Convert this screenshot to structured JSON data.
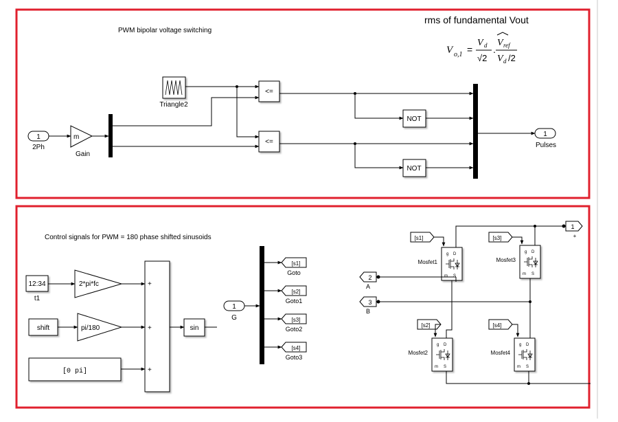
{
  "top": {
    "title": "PWM bipolar voltage switching",
    "formula_title": "rms of fundamental Vout",
    "formula": {
      "lhs": "V",
      "lhs_sub": "o,1",
      "eq": "=",
      "n1": "V",
      "n1_sub": "d",
      "d1": "√2",
      "dot": ".",
      "n2": "V",
      "n2_sub": "ref",
      "d2": "V",
      "d2_sub": "d",
      "d2_tail": "/2"
    },
    "blocks": {
      "in1_num": "1",
      "in1_label": "2Ph",
      "gain_text": "m",
      "gain_label": "Gain",
      "triangle_label": "Triangle2",
      "rel1": "<=",
      "rel2": "<=",
      "not1": "NOT",
      "not2": "NOT",
      "out1_num": "1",
      "out1_label": "Pulses"
    }
  },
  "bottom": {
    "title": "Control signals for PWM = 180 phase shifted sinusoids",
    "blocks": {
      "clock_text": "12:34",
      "clock_label": "t1",
      "gain1_text": "2*pi*fc",
      "shift_text": "shift",
      "gain2_text": "pi/180",
      "const_text": "[0  pi]",
      "sum_signs": [
        "+",
        "+",
        "+"
      ],
      "sin_text": "sin",
      "g_num": "1",
      "g_label": "G",
      "gotos": [
        {
          "tag": "[s1]",
          "label": "Goto"
        },
        {
          "tag": "[s2]",
          "label": "Goto1"
        },
        {
          "tag": "[s3]",
          "label": "Goto2"
        },
        {
          "tag": "[s4]",
          "label": "Goto3"
        }
      ],
      "froms": [
        "[s1]",
        "[s3]",
        "[s2]",
        "[s4]"
      ],
      "mosfets": [
        "Mosfet1",
        "Mosfet3",
        "Mosfet2",
        "Mosfet4"
      ],
      "pin_g": "g",
      "pin_d": "D",
      "pin_s": "S",
      "pin_m": "m",
      "conn_a_num": "2",
      "conn_a_label": "A",
      "conn_b_num": "3",
      "conn_b_label": "B",
      "conn_plus_num": "1",
      "conn_plus_label": "+"
    }
  },
  "colors": {
    "frame": "#e0202e",
    "line": "#000000",
    "block_border": "#333333"
  },
  "icons": {
    "triangle_wave": "triangle-wave-icon",
    "mosfet": "mosfet-diode-icon"
  }
}
